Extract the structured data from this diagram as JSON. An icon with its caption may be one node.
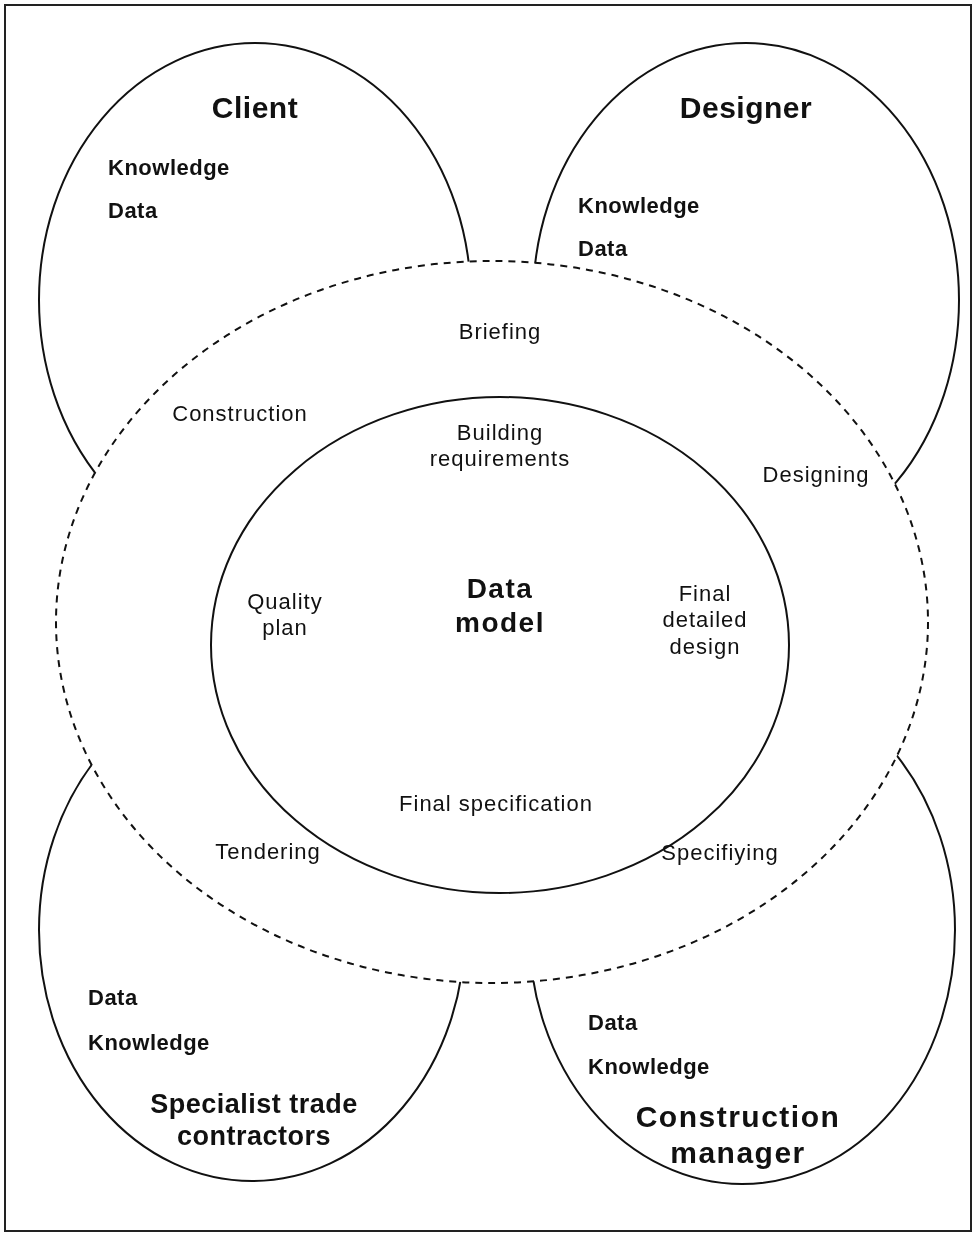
{
  "diagram": {
    "nodes": [
      {
        "text": [
          "Client",
          "Knowledge",
          "Data"
        ]
      },
      {
        "text": [
          "Designer",
          "Knowledge",
          "Data"
        ]
      },
      {
        "text": [
          "Data",
          "Knowledge",
          "Specialist trade contractors"
        ]
      },
      {
        "text": [
          "Data",
          "Knowledge",
          "Construction manager"
        ]
      },
      {
        "text": [
          "Briefing"
        ]
      },
      {
        "text": [
          "Building requirements",
          "Quality plan",
          "Data model",
          "Final detailed design",
          "Final specification"
        ],
        "in": 4
      }
    ],
    "labels": [
      "Construction",
      "Designing",
      "Tendering",
      "Specifiying"
    ]
  }
}
